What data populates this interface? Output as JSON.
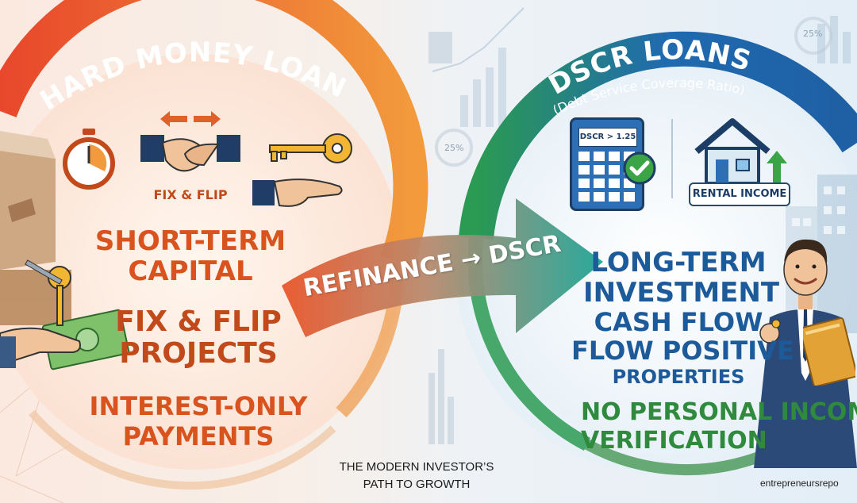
{
  "left": {
    "arch_title": "HARD MONEY LOANS",
    "fix_flip_small": "FIX & FLIP",
    "line1a": "SHORT-TERM",
    "line1b": "CAPITAL",
    "line2a": "FIX & FLIP",
    "line2b": "PROJECTS",
    "line3a": "INTEREST-ONLY",
    "line3b": "PAYMENTS"
  },
  "center": {
    "arrow_label": "REFINANCE → DSCR",
    "tagline_1": "THE MODERN INVESTOR’S",
    "tagline_2": "PATH TO GROWTH",
    "bg_pct_1": "25%",
    "bg_pct_2": "25%"
  },
  "right": {
    "arch_title": "DSCR LOANS",
    "arch_subtitle": "(Debt Service Coverage Ratio)",
    "calculator_display": "DSCR > 1.25",
    "rental_label": "RENTAL INCOME",
    "line1a": "LONG-TERM",
    "line1b": "INVESTMENT",
    "line2a": "CASH FLOW",
    "line2b": "FLOW POSITIVE",
    "line2c": "PROPERTIES",
    "line3a": "NO PERSONAL INCOME",
    "line3b": "VERIFICATION"
  },
  "footer": {
    "site": "entrepreneursrepo"
  },
  "icons": [
    "stopwatch-icon",
    "arrows-icon",
    "handshake-icon",
    "key-icon",
    "open-hand-icon",
    "calculator-icon",
    "checkmark-icon",
    "house-icon",
    "up-arrow-icon",
    "investor-figure",
    "folder-icon",
    "money-icon"
  ],
  "colors": {
    "left_accent": "#e0602a",
    "left_text": "#d9531e",
    "right_accent": "#1c5fa8",
    "right_text": "#1c5a9a",
    "green": "#2f8a3d",
    "arrow_teal": "#2aa6a0"
  }
}
